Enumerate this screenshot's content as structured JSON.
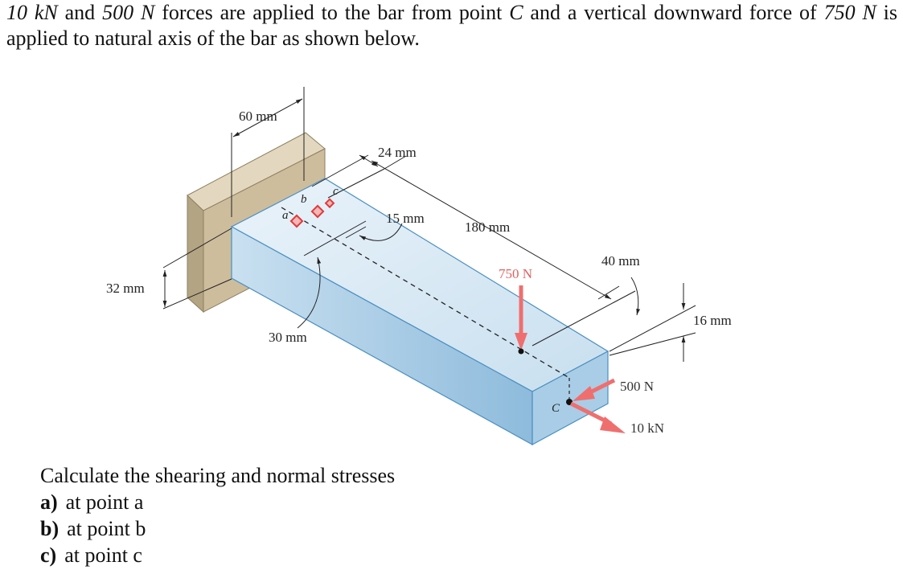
{
  "intro": {
    "f1": "10 kN",
    "t1": " and ",
    "f2": "500 N",
    "t2": " forces are applied to the bar from point ",
    "pt": "C",
    "t3": " and a vertical downward force of ",
    "f3": "750 N",
    "t4": " is applied to natural axis of the bar as shown below."
  },
  "diagram": {
    "dims": {
      "d60": "60 mm",
      "d24": "24 mm",
      "d15": "15 mm",
      "d180": "180 mm",
      "d40": "40 mm",
      "d32": "32 mm",
      "d30": "30 mm",
      "d16": "16 mm"
    },
    "points": {
      "a": "a",
      "b": "b",
      "c": "c",
      "C": "C"
    },
    "forces": {
      "f750": "750 N",
      "f500": "500 N",
      "f10k": "10 kN"
    },
    "colors": {
      "wall": "#cfc1a3",
      "bar_top": "#dcebf6",
      "bar_front": "#9fc6e2",
      "bar_side": "#c3dced",
      "force_arrow": "#ef6f6f",
      "point_marker": "#ee4444"
    }
  },
  "question": {
    "heading": "Calculate the shearing and normal stresses",
    "items": [
      {
        "label": "a)",
        "text": "at point a"
      },
      {
        "label": "b)",
        "text": "at point b"
      },
      {
        "label": "c)",
        "text": "at point c"
      }
    ]
  }
}
